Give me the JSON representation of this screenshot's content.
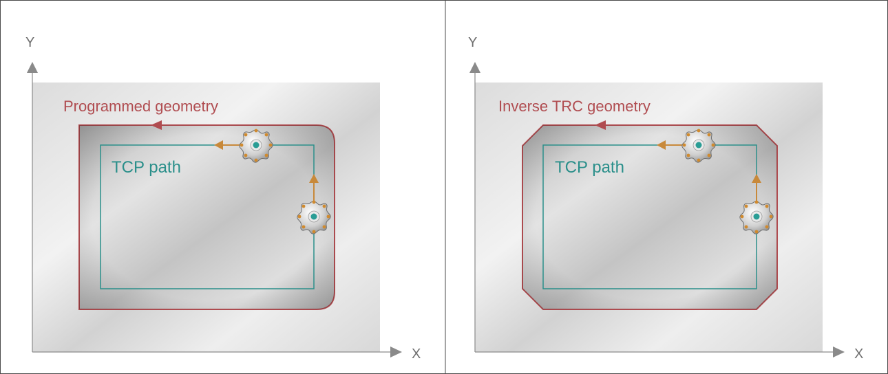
{
  "panels": [
    {
      "id": "left",
      "geometry_label": "Programmed geometry",
      "path_label": "TCP path",
      "axis_x": "X",
      "axis_y": "Y",
      "corner_style": "rounded"
    },
    {
      "id": "right",
      "geometry_label": "Inverse TRC geometry",
      "path_label": "TCP path",
      "axis_x": "X",
      "axis_y": "Y",
      "corner_style": "chamfered"
    }
  ],
  "colors": {
    "geometry_outline": "#b04c50",
    "tcp_path": "#2a8f8a",
    "direction_arrow": "#c8893a",
    "axis": "#8a8a8a",
    "frame": "#4a4a4a"
  },
  "icons": [
    "milling-cutter-icon",
    "direction-arrow-icon"
  ]
}
